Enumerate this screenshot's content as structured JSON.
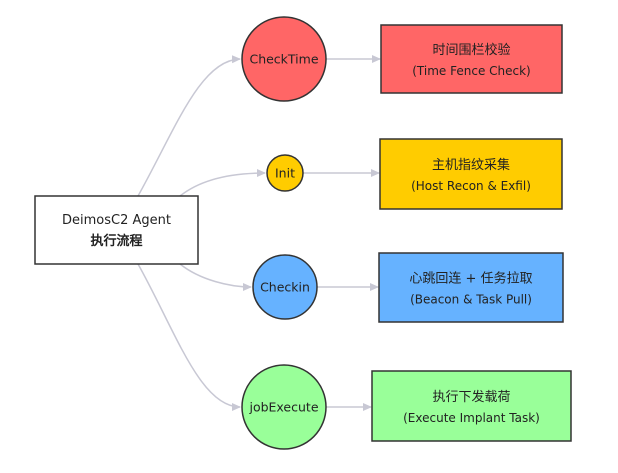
{
  "diagram": {
    "root": {
      "line1": "DeimosC2 Agent",
      "line2": "执行流程",
      "fill": "#ffffff",
      "stroke": "#333333"
    },
    "stages": [
      {
        "id": "checktime",
        "circle_label": "CheckTime",
        "box_line1": "时间围栏校验",
        "box_line2": "(Time Fence Check)",
        "color": "#ff6666"
      },
      {
        "id": "init",
        "circle_label": "Init",
        "box_line1": "主机指纹采集",
        "box_line2": "(Host Recon & Exfil)",
        "color": "#ffcc00"
      },
      {
        "id": "checkin",
        "circle_label": "Checkin",
        "box_line1": "心跳回连 + 任务拉取",
        "box_line2": "(Beacon & Task Pull)",
        "color": "#66b2ff"
      },
      {
        "id": "jobexecute",
        "circle_label": "jobExecute",
        "box_line1": "执行下发载荷",
        "box_line2": "(Execute Implant Task)",
        "color": "#99ff99"
      }
    ],
    "edge_color": "#c8c8d4",
    "node_stroke": "#333333"
  }
}
